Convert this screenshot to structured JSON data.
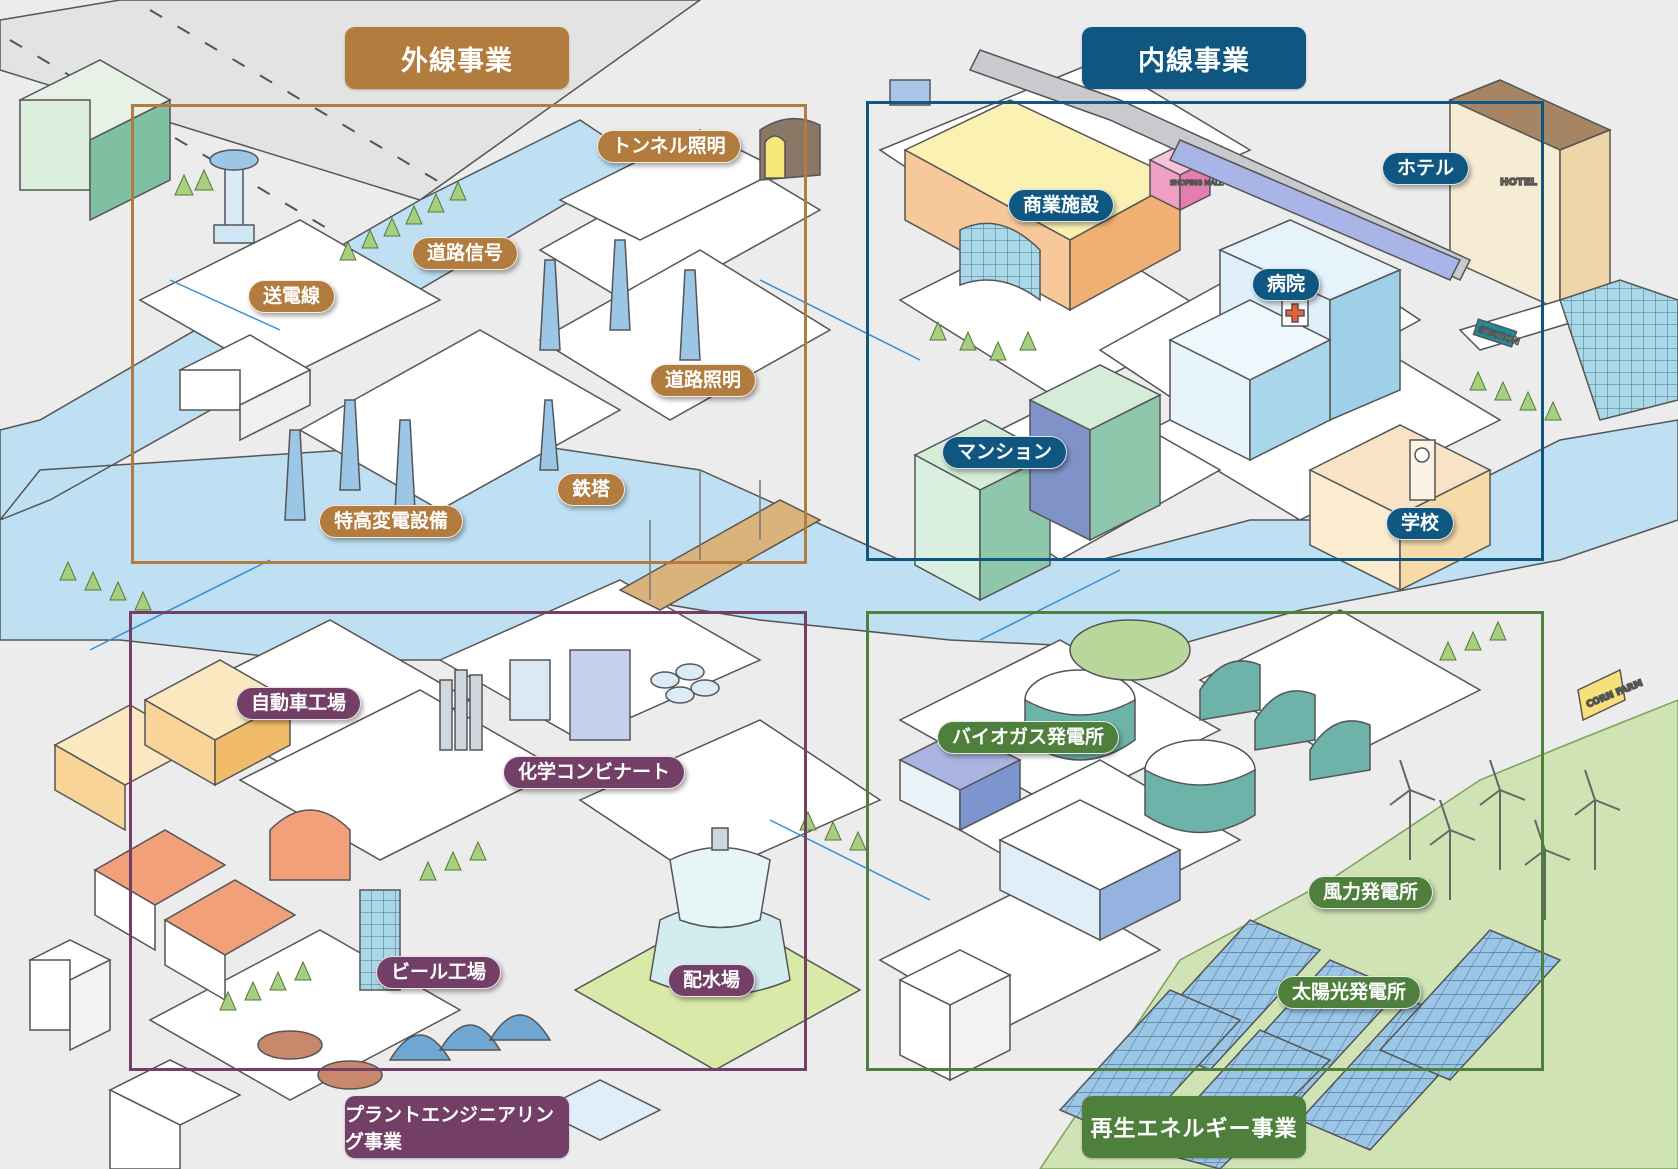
{
  "colors": {
    "outer_line": "#b27c3e",
    "inner_line": "#0f5680",
    "plant_engineering": "#743f67",
    "renewable_energy": "#4f7f3d",
    "river": "#bfe0f2",
    "road": "#e6e6e6",
    "lot": "#ffffff",
    "grass": "#cfe3b5"
  },
  "sections": {
    "outer_line": {
      "title": "外線事業",
      "labels": [
        "トンネル照明",
        "道路信号",
        "送電線",
        "道路照明",
        "鉄塔",
        "特高変電設備"
      ]
    },
    "inner_line": {
      "title": "内線事業",
      "labels": [
        "商業施設",
        "ホテル",
        "病院",
        "マンション",
        "学校"
      ]
    },
    "plant_engineering": {
      "title": "プラントエンジニアリング事業",
      "labels": [
        "自動車工場",
        "化学コンビナート",
        "ビール工場",
        "配水場"
      ]
    },
    "renewable_energy": {
      "title": "再生エネルギー事業",
      "labels": [
        "バイオガス発電所",
        "風力発電所",
        "太陽光発電所"
      ]
    }
  },
  "signage": {
    "mall": "SHOPING MALL",
    "hotel": "HOTEL",
    "station": "STATION",
    "farm": "CORN FARM"
  }
}
